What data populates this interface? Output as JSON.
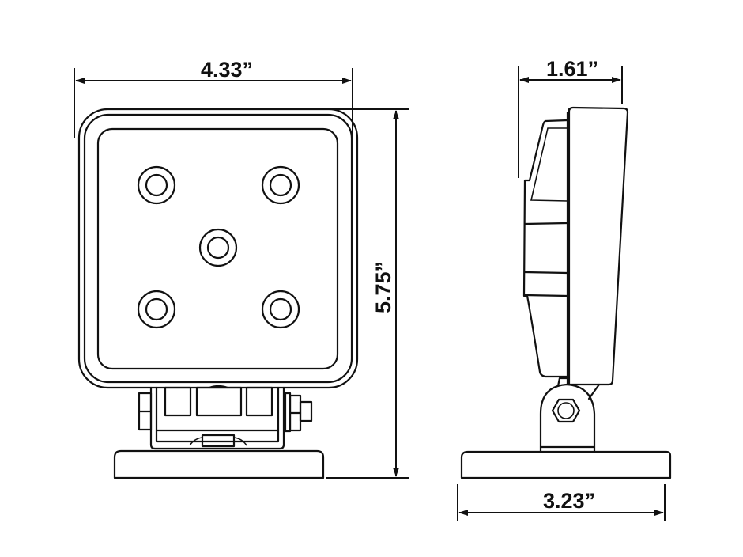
{
  "diagram": {
    "type": "technical-dimension-drawing",
    "subject": "square LED work light with magnetic base",
    "views": [
      {
        "name": "front-view",
        "led_count": 5
      },
      {
        "name": "side-view"
      }
    ],
    "dimensions": {
      "front_width": "4.33”",
      "overall_height": "5.75”",
      "side_depth": "1.61”",
      "base_width": "3.23”"
    },
    "colors": {
      "line": "#111111",
      "background": "#ffffff"
    }
  }
}
